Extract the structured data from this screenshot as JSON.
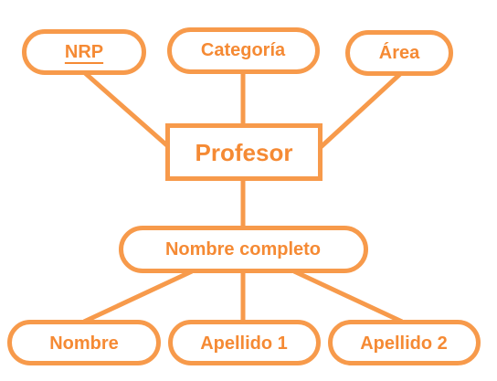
{
  "diagram": {
    "entity": {
      "label": "Profesor"
    },
    "attributes": {
      "nrp": {
        "label": "NRP",
        "is_key": true
      },
      "categoria": {
        "label": "Categoría"
      },
      "area": {
        "label": "Área"
      },
      "nombre_completo": {
        "label": "Nombre completo",
        "composite": true
      },
      "nombre": {
        "label": "Nombre"
      },
      "apellido1": {
        "label": "Apellido 1"
      },
      "apellido2": {
        "label": "Apellido 2"
      }
    },
    "relations": [
      {
        "from": "entity",
        "to": "nrp"
      },
      {
        "from": "entity",
        "to": "categoria"
      },
      {
        "from": "entity",
        "to": "area"
      },
      {
        "from": "entity",
        "to": "nombre_completo"
      },
      {
        "from": "nombre_completo",
        "to": "nombre"
      },
      {
        "from": "nombre_completo",
        "to": "apellido1"
      },
      {
        "from": "nombre_completo",
        "to": "apellido2"
      }
    ],
    "colors": {
      "stroke": "#F79A4B",
      "text": "#F58A34",
      "background": "#ffffff"
    }
  }
}
